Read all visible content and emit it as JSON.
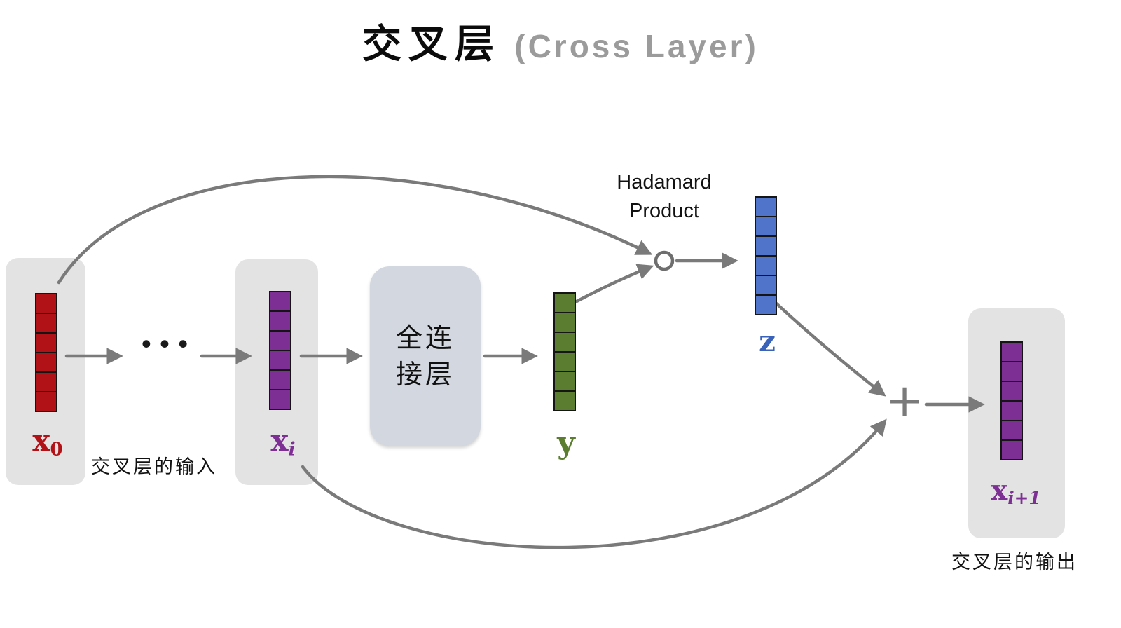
{
  "title": {
    "zh": "交叉层",
    "en": "(Cross Layer)"
  },
  "fc_box": {
    "line1": "全连",
    "line2": "接层"
  },
  "hadamard": {
    "line1": "Hadamard",
    "line2": "Product"
  },
  "captions": {
    "input": "交叉层的输入",
    "output": "交叉层的输出"
  },
  "operators": {
    "ellipsis": "···",
    "plus": "+"
  },
  "math_labels": {
    "x0": {
      "main": "x",
      "sub": "0"
    },
    "xi": {
      "main": "x",
      "sub": "i"
    },
    "y": {
      "main": "y"
    },
    "z": {
      "main": "z"
    },
    "xi1": {
      "main": "x",
      "sub": "i+1"
    }
  },
  "vectors": {
    "x0": {
      "cells": 6,
      "color": "#b11218"
    },
    "xi": {
      "cells": 6,
      "color": "#7d2f94"
    },
    "y": {
      "cells": 6,
      "color": "#5a7d2f"
    },
    "z": {
      "cells": 6,
      "color": "#4f74c9"
    },
    "xi1": {
      "cells": 6,
      "color": "#7d2f94"
    }
  },
  "colors": {
    "arrow": "#7a7a7a",
    "panel_bg": "#e3e3e3",
    "fc_box_bg": "#d2d7e0",
    "title_en": "#9b9b9b",
    "x0_red": "#b11218",
    "purple": "#7d2f94",
    "green": "#5a7d2f",
    "blue": "#3a62b8"
  }
}
